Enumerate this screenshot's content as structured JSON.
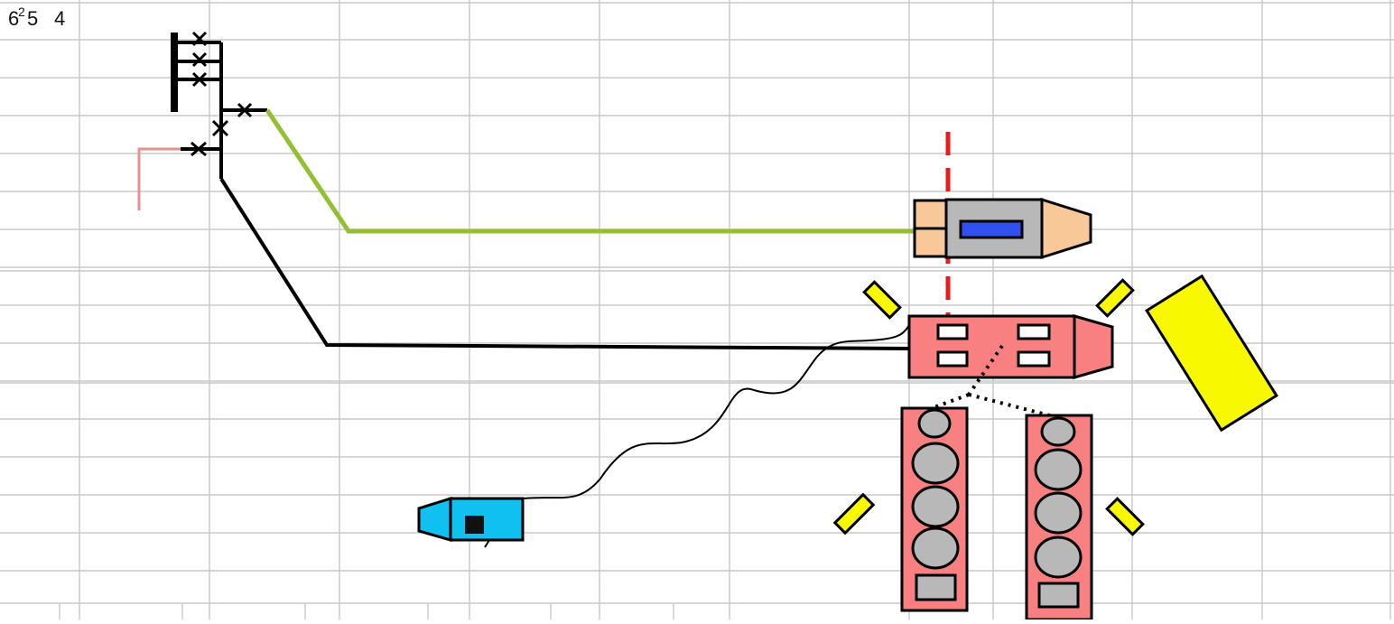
{
  "corner_labels": {
    "a": "6",
    "b": "2",
    "c": "5",
    "d": "4"
  },
  "colors": {
    "grid": "#c8c8c8",
    "wire": "#000000",
    "green_link": "#94bf30",
    "pink_stub": "#e89090",
    "red_dash": "#e81a1a",
    "salmon": "#f88080",
    "peach": "#f8c898",
    "gray_body": "#b8b8b8",
    "blue_window": "#3050f0",
    "cyan": "#10c0f0",
    "yellow": "#f8f800",
    "white": "#ffffff",
    "dark": "#111111"
  },
  "icons": [
    "cross-icon",
    "busbar-icon"
  ]
}
